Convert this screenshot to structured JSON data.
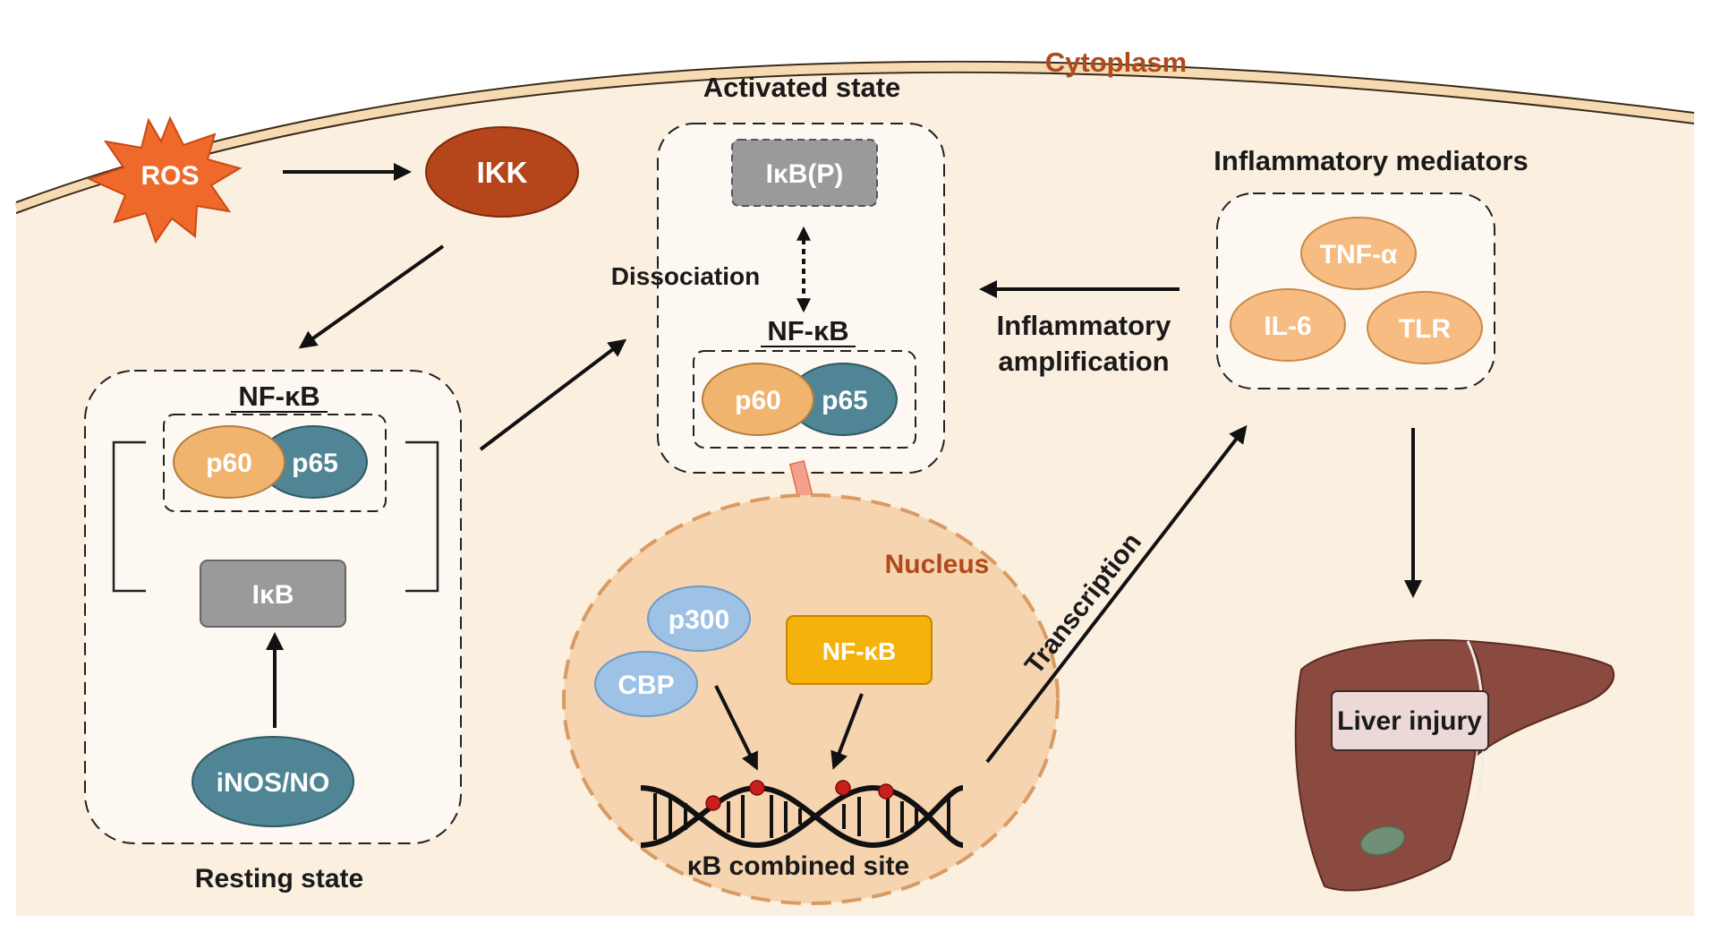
{
  "labels": {
    "cytoplasm": "Cytoplasm",
    "ros": "ROS",
    "ikk": "IKK",
    "activated_state": "Activated state",
    "ikb_p": "IκB(P)",
    "dissociation": "Dissociation",
    "nfkb_activated": "NF-κB",
    "p60_activated": "p60",
    "p65_activated": "p65",
    "inflammatory_mediators": "Inflammatory mediators",
    "tnf_alpha": "TNF-α",
    "il6": "IL-6",
    "tlr": "TLR",
    "inflammatory_amplification_1": "Inflammatory",
    "inflammatory_amplification_2": "amplification",
    "nfkb_resting": "NF-κB",
    "p60_resting": "p60",
    "p65_resting": "p65",
    "ikb": "IκB",
    "inos_no": "iNOS/NO",
    "resting_state": "Resting state",
    "nucleus": "Nucleus",
    "p300": "p300",
    "cbp": "CBP",
    "nfkb_nucleus": "NF-κB",
    "kb_combined_site": "κB combined site",
    "transcription": "Transcription",
    "liver_injury": "Liver injury"
  },
  "colors": {
    "cytoplasm_fill": "#fbefdf",
    "membrane": "#f6dbb2",
    "ros": "#ef6a2a",
    "ikk": "#b5461b",
    "p60": "#f0b46e",
    "p65": "#4f8594",
    "ikb": "#9a9a9a",
    "inos": "#4f8594",
    "mediator": "#f6bc82",
    "nucleus_fill": "#f6d4b0",
    "nucleus_border": "#d99b62",
    "nfkb_nucleus": "#f5b20a",
    "p300": "#9ec2e6",
    "liver": "#8b4a40",
    "label_box": "#ecd9d7",
    "accent_text": "#b04a1c"
  }
}
